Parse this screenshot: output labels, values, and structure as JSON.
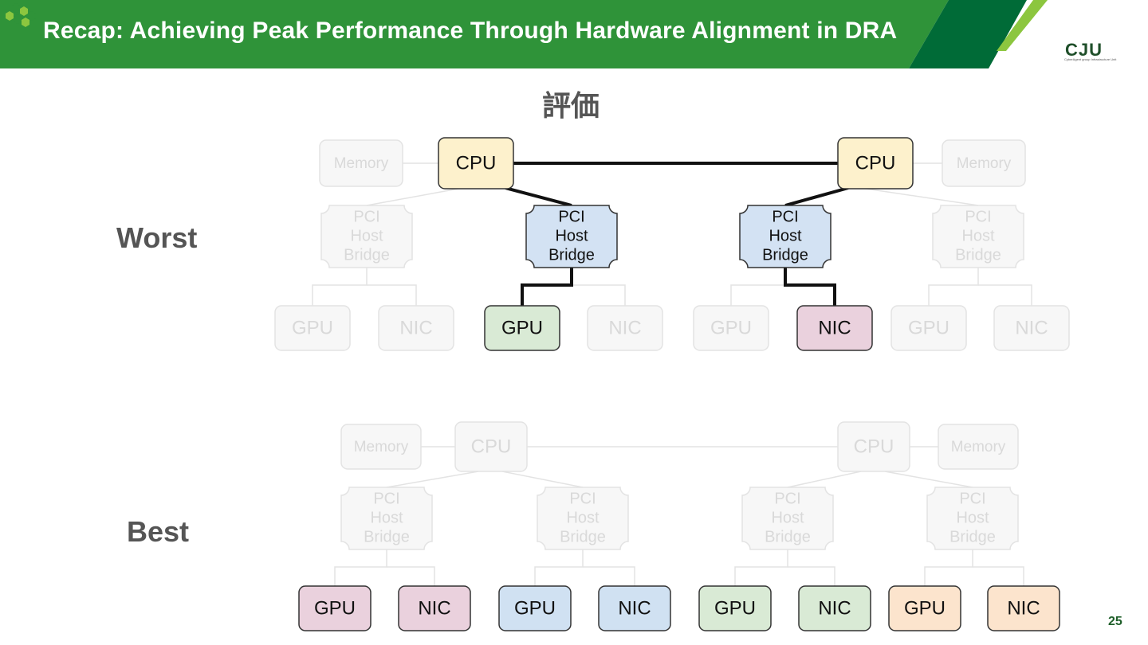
{
  "header": {
    "title": "Recap: Achieving Peak Performance Through Hardware Alignment in DRA",
    "logo_text": "CJU",
    "logo_subtitle": "CyberAgent group Infrastructure Unit"
  },
  "subtitle": "評価",
  "rows": {
    "worst_label": "Worst",
    "best_label": "Best"
  },
  "labels": {
    "memory": "Memory",
    "cpu": "CPU",
    "pci_line1": "PCI",
    "pci_line2": "Host",
    "pci_line3": "Bridge",
    "gpu": "GPU",
    "nic": "NIC"
  },
  "colors": {
    "header_green": "#2f9339",
    "header_dark_green": "#006b37",
    "accent_lime": "#8cc63f",
    "cpu_fill": "#fdf1cc",
    "pci_fill": "#d3e2f3",
    "gpu_green_fill": "#d9ead5",
    "nic_pink_fill": "#ead1dd",
    "nic_blue_fill": "#d0e1f2",
    "gpu_orange_fill": "#fce4cd",
    "faded": "#e9e9e9"
  },
  "page_number": "25"
}
